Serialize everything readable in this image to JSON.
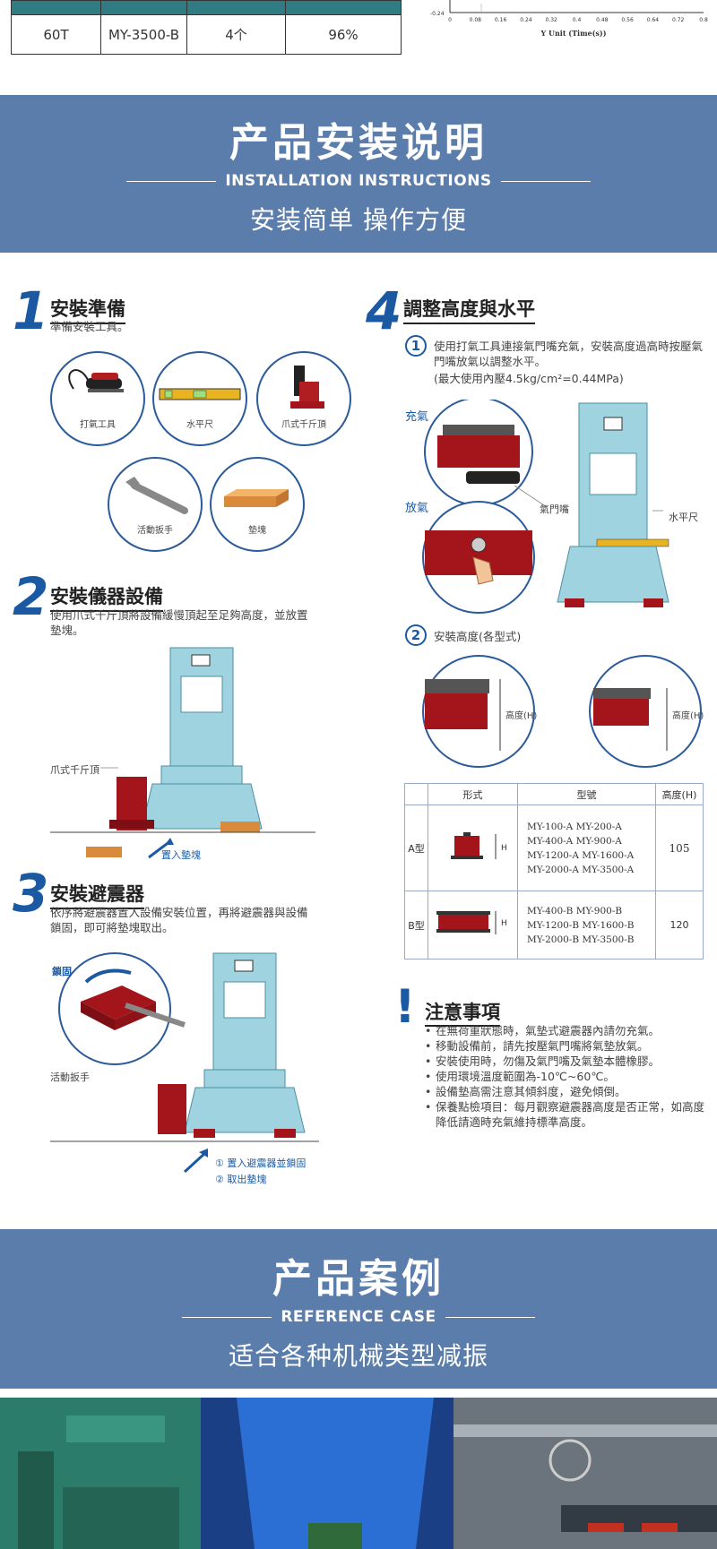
{
  "spec_row": [
    "60T",
    "MY-3500-B",
    "4个",
    "96%"
  ],
  "chart_fragment": {
    "y_tick": "-0.24",
    "x_ticks": [
      "0",
      "0.08",
      "0.16",
      "0.24",
      "0.32",
      "0.4",
      "0.48",
      "0.56",
      "0.64",
      "0.72",
      "0.8"
    ],
    "xlabel": "Y Unit (Time(s))"
  },
  "banner_install": {
    "title": "产品安装说明",
    "en": "INSTALLATION INSTRUCTIONS",
    "sub": "安装简单 操作方便"
  },
  "step1": {
    "num": "1",
    "title": "安裝準備",
    "desc": "準備安裝工具。",
    "tools": [
      "打氣工具",
      "水平尺",
      "爪式千斤頂",
      "活動扳手",
      "墊塊"
    ]
  },
  "step2": {
    "num": "2",
    "title": "安裝儀器設備",
    "desc": "使用爪式千斤頂將設備緩慢頂起至足夠高度，並放置墊塊。",
    "jack_label": "爪式千斤頂",
    "arrow_label": "置入墊塊"
  },
  "step3": {
    "num": "3",
    "title": "安裝避震器",
    "desc": "依序將避震器置入設備安裝位置，再將避震器與設備鎖固，即可將墊塊取出。",
    "lock_label": "鎖固",
    "wrench_label": "活動扳手",
    "arrow_label1": "① 置入避震器並鎖固",
    "arrow_label2": "② 取出墊塊"
  },
  "step4": {
    "num": "4",
    "title": "調整高度與水平",
    "sub1_num": "1",
    "sub1_text": "使用打氣工具連接氣門嘴充氣，安裝高度過高時按壓氣門嘴放氣以調整水平。",
    "sub1_note": "(最大使用內壓4.5kg/cm²=0.44MPa)",
    "inflate": "充氣",
    "deflate": "放氣",
    "valve": "氣門嘴",
    "level": "水平尺",
    "sub2_num": "2",
    "sub2_text": "安裝高度(各型式)",
    "height_label": "高度(H)",
    "h_mark": "H"
  },
  "model_table": {
    "headers": [
      "形式",
      "型號",
      "高度(H)"
    ],
    "rows": [
      {
        "type": "A型",
        "models": [
          "MY-100-A   MY-200-A",
          "MY-400-A   MY-900-A",
          "MY-1200-A   MY-1600-A",
          "MY-2000-A   MY-3500-A"
        ],
        "height": "105"
      },
      {
        "type": "B型",
        "models": [
          "MY-400-B   MY-900-B",
          "MY-1200-B   MY-1600-B",
          "MY-2000-B   MY-3500-B"
        ],
        "height": "120"
      }
    ]
  },
  "notes": {
    "mark": "!",
    "title": "注意事項",
    "items": [
      "在無荷重狀態時，氣墊式避震器內請勿充氣。",
      "移動設備前，請先按壓氣門嘴將氣墊放氣。",
      "安裝使用時，勿傷及氣門嘴及氣墊本體橡膠。",
      "使用環境溫度範圍為-10℃~60℃。",
      "設備墊高需注意其傾斜度，避免傾倒。",
      "保養點檢項目：每月觀察避震器高度是否正常，如高度降低請適時充氣維持標準高度。"
    ]
  },
  "banner_case": {
    "title": "产品案例",
    "en": "REFERENCE CASE",
    "sub": "适合各种机械类型减振"
  },
  "colors": {
    "banner": "#5b7dab",
    "accent_blue": "#1b5aa3",
    "machine": "#9fd3df",
    "damper_red": "#a3151b"
  }
}
